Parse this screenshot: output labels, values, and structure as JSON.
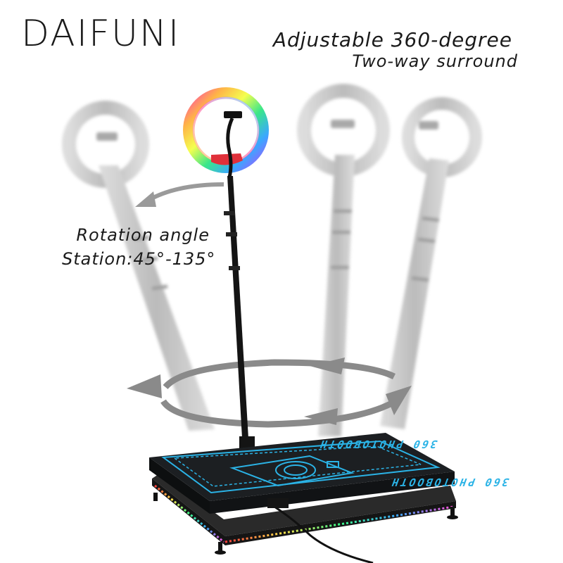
{
  "brand": {
    "name": "DAIFUNI"
  },
  "headline": {
    "line1": "Adjustable 360-degree",
    "line2": "Two-way surround"
  },
  "rotation": {
    "line1": "Rotation angle",
    "line2": "Station:45°-135°"
  },
  "platform": {
    "label": "360 PHOTOBOOTH"
  },
  "colors": {
    "text": "#1a1a1a",
    "ghost": "#b8b8b8",
    "platform_top": "#1c1f22",
    "platform_pattern": "#2bb3e6",
    "arrow": "#8a8a8a"
  }
}
